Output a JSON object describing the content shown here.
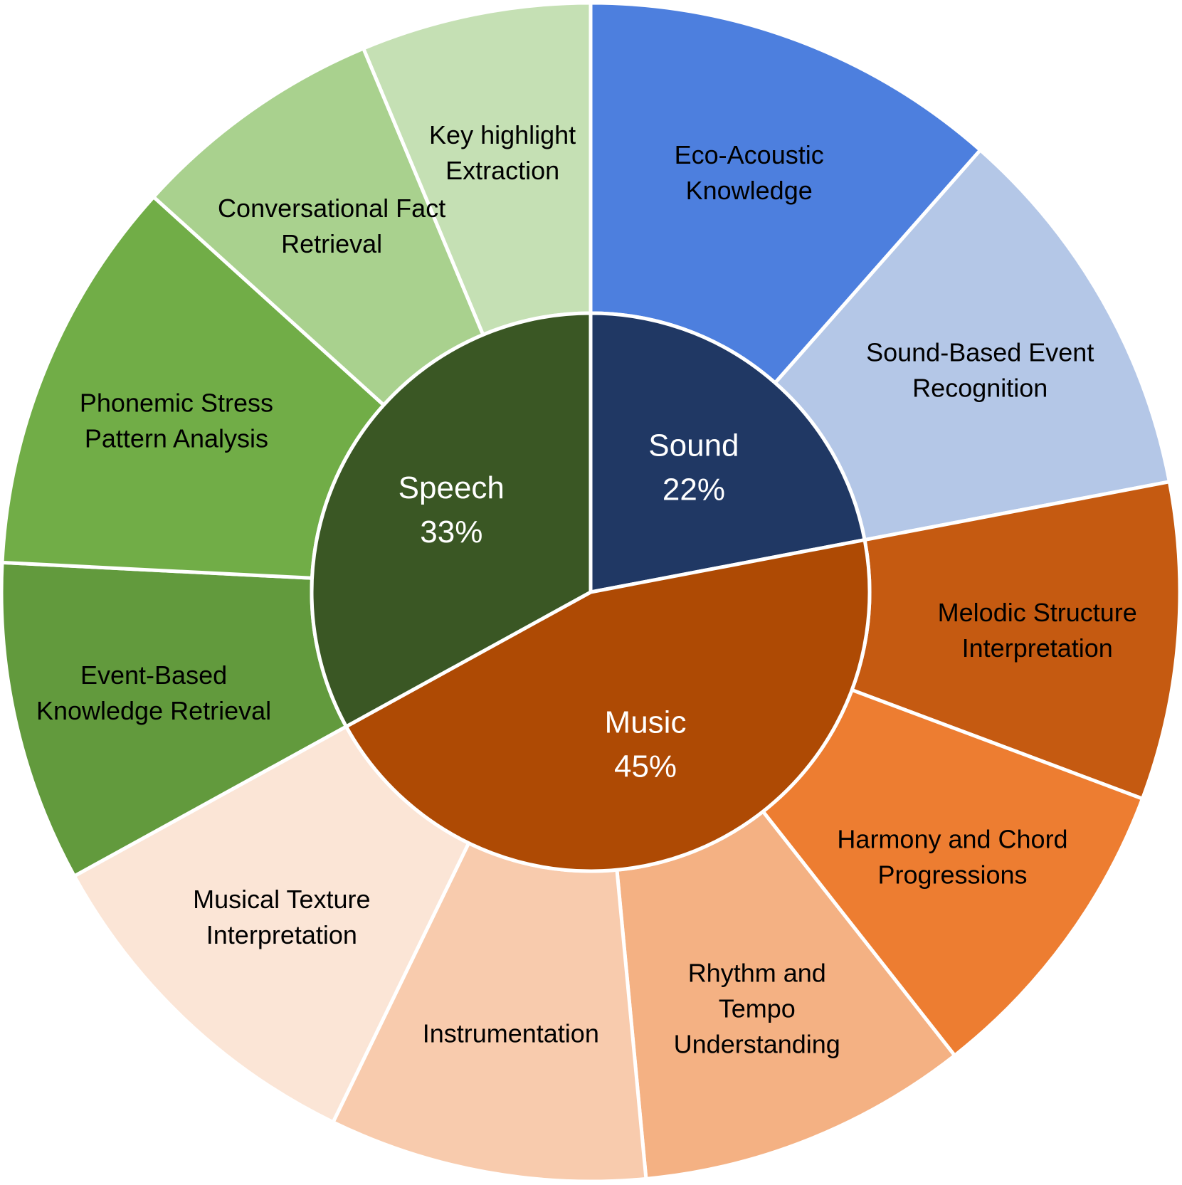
{
  "chart_data": {
    "type": "sunburst",
    "title": "",
    "start_angle_deg": 0,
    "direction": "clockwise",
    "inner_ring": [
      {
        "name": "Sound",
        "pct_label": "22%",
        "value": 22,
        "color": "#203864"
      },
      {
        "name": "Music",
        "pct_label": "45%",
        "value": 45,
        "color": "#AE4A04"
      },
      {
        "name": "Speech",
        "pct_label": "33%",
        "value": 33,
        "color": "#3A5724"
      }
    ],
    "outer_ring": [
      {
        "parent": "Sound",
        "lines": [
          "Eco-Acoustic",
          "Knowledge"
        ],
        "value": 11.5,
        "color": "#4D7FDE"
      },
      {
        "parent": "Sound",
        "lines": [
          "Sound-Based Event",
          "Recognition"
        ],
        "value": 10.5,
        "color": "#B4C7E7"
      },
      {
        "parent": "Music",
        "lines": [
          "Melodic Structure",
          "Interpretation"
        ],
        "value": 8.7,
        "color": "#C55A11"
      },
      {
        "parent": "Music",
        "lines": [
          "Harmony and Chord",
          "Progressions"
        ],
        "value": 8.7,
        "color": "#ED7D31"
      },
      {
        "parent": "Music",
        "lines": [
          "Rhythm and",
          "Tempo",
          "Understanding"
        ],
        "value": 9.1,
        "color": "#F4B183"
      },
      {
        "parent": "Music",
        "lines": [
          "Instrumentation"
        ],
        "value": 8.7,
        "color": "#F8CBAD"
      },
      {
        "parent": "Music",
        "lines": [
          "Musical Texture",
          "Interpretation"
        ],
        "value": 9.8,
        "color": "#FBE5D6"
      },
      {
        "parent": "Speech",
        "lines": [
          "Event-Based",
          "Knowledge Retrieval"
        ],
        "value": 8.8,
        "color": "#629A3D"
      },
      {
        "parent": "Speech",
        "lines": [
          "Phonemic Stress",
          "Pattern Analysis"
        ],
        "value": 10.9,
        "color": "#71AD47"
      },
      {
        "parent": "Speech",
        "lines": [
          "Conversational Fact",
          "Retrieval"
        ],
        "value": 7.0,
        "color": "#A9D18E"
      },
      {
        "parent": "Speech",
        "lines": [
          "Key highlight",
          "Extraction"
        ],
        "value": 6.3,
        "color": "#C5E0B4"
      }
    ]
  }
}
